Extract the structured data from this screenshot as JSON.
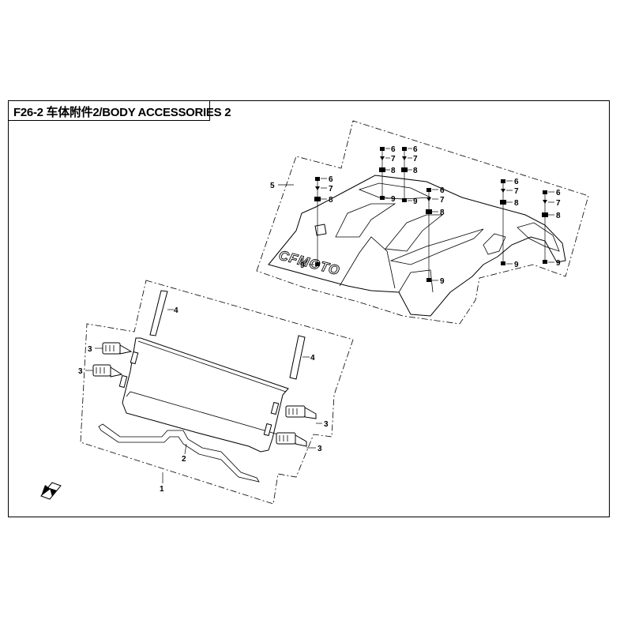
{
  "header": {
    "title": "F26-2 车体附件2/BODY ACCESSORIES 2"
  },
  "diagram": {
    "logo_text": "CFMOTO",
    "callouts": {
      "c1": "1",
      "c2": "2",
      "c3a": "3",
      "c3b": "3",
      "c3c": "3",
      "c3d": "3",
      "c4a": "4",
      "c4b": "4",
      "c5": "5",
      "c6a": "6",
      "c6b": "6",
      "c6c": "6",
      "c6d": "6",
      "c6e": "6",
      "c6f": "6",
      "c7a": "7",
      "c7b": "7",
      "c7c": "7",
      "c7d": "7",
      "c7e": "7",
      "c7f": "7",
      "c8a": "8",
      "c8b": "8",
      "c8c": "8",
      "c8d": "8",
      "c8e": "8",
      "c8f": "8",
      "c9a": "9",
      "c9b": "9",
      "c9c": "9",
      "c9d": "9",
      "c9e": "9",
      "c9f": "9"
    }
  }
}
